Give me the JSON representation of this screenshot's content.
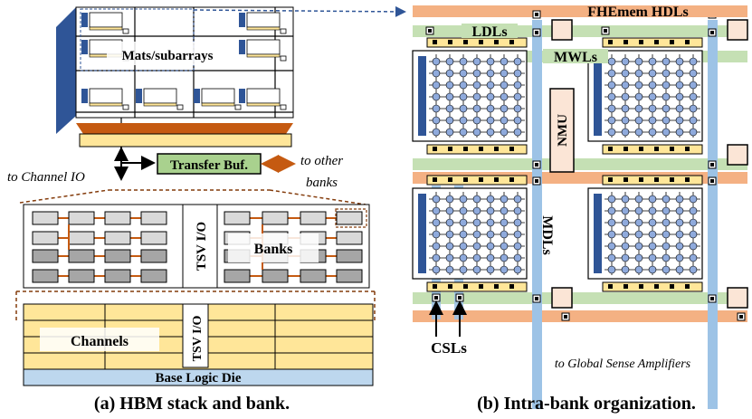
{
  "left": {
    "mats_label": "Mats/subarrays",
    "transfer_buf": "Transfer Buf.",
    "to_channel_io": "to Channel IO",
    "to_other": "to other",
    "banks_word": "banks",
    "tsv_io_top": "TSV I/O",
    "banks_label": "Banks",
    "channels_label": "Channels",
    "tsv_io_bottom": "TSV I/O",
    "base_logic": "Base Logic Die",
    "caption": "(a) HBM stack and bank."
  },
  "right": {
    "hdls": "FHEmem HDLs",
    "ldls": "LDLs",
    "mwls": "MWLs",
    "nmu": "NMU",
    "mdls": "MDLs",
    "csls": "CSLs",
    "to_gsa": "to Global Sense Amplifiers",
    "caption": "(b) Intra-bank organization."
  },
  "colors": {
    "orange": "#c55a11",
    "hdl_band": "#f4b183",
    "ldl_band": "#c5e0b4",
    "mdl_band": "#9dc3e6",
    "buffer": "#ffe699",
    "transfer_buf": "#a9d18e",
    "base_die": "#bdd7ee",
    "node": "#8faadc",
    "rowdecoder": "#2f5597",
    "nmu_fill": "#fbe5d6"
  }
}
